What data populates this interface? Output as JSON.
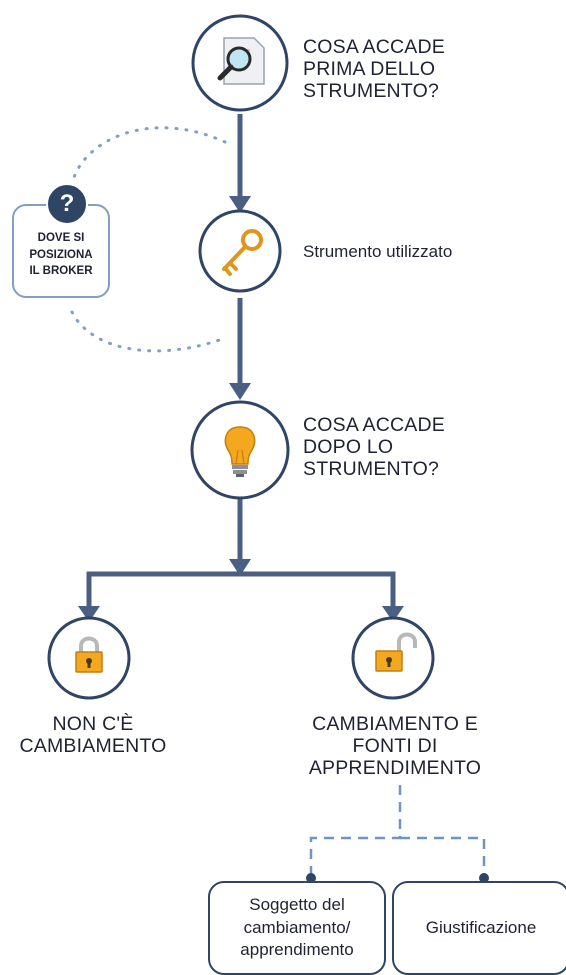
{
  "steps": {
    "before": {
      "label": [
        "COSA ACCADE",
        "PRIMA DELLO",
        "STRUMENTO?"
      ],
      "icon": "magnifier-document-icon"
    },
    "tool": {
      "label": "Strumento utilizzato",
      "icon": "key-icon"
    },
    "after": {
      "label": [
        "COSA ACCADE",
        "DOPO LO",
        "STRUMENTO?"
      ],
      "icon": "lightbulb-icon"
    }
  },
  "broker": {
    "badge": "?",
    "label": [
      "DOVE SI",
      "POSIZIONA",
      "IL BROKER"
    ]
  },
  "outcomes": {
    "no_change": {
      "label": [
        "NON C'È",
        "CAMBIAMENTO"
      ],
      "icon": "padlock-closed-icon"
    },
    "change": {
      "label": [
        "CAMBIAMENTO  E",
        "FONTI DI",
        "APPRENDIMENTO"
      ],
      "icon": "padlock-open-icon"
    }
  },
  "details": {
    "subject": [
      "Soggetto del",
      "cambiamento/",
      "apprendimento"
    ],
    "justification": "Giustificazione"
  },
  "colors": {
    "arrow": "#4a5f82",
    "circle_border": "#2f4565",
    "dotted_arc": "#7f9fc7",
    "dashed_line": "#6f94c6",
    "icon_gold": "#f4a81f",
    "badge": "#2f4565"
  }
}
